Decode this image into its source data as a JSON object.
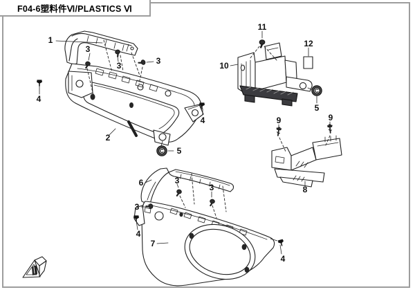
{
  "window": {
    "title": "F04-6塑料件Ⅵ/PLASTICS Ⅵ"
  },
  "colors": {
    "background": "#ffffff",
    "line": "#1f1f1f",
    "border": "#9d9d9d",
    "dark_fill": "#262626",
    "base_plate_fill": "#3b3b3f"
  },
  "icons": {
    "screw": "screw-icon",
    "push_rivet": "push-rivet-icon",
    "grommet": "grommet-icon",
    "trim_clip": "trim-clip-icon",
    "adhesive_pad": "adhesive-pad-outline-icon",
    "front_direction": "front-direction-wedge-icon"
  },
  "callouts": [
    {
      "part": "1"
    },
    {
      "part": "3"
    },
    {
      "part": "3"
    },
    {
      "part": "3"
    },
    {
      "part": "4"
    },
    {
      "part": "4"
    },
    {
      "part": "2"
    },
    {
      "part": "5"
    },
    {
      "part": "11"
    },
    {
      "part": "12"
    },
    {
      "part": "10"
    },
    {
      "part": "5"
    },
    {
      "part": "9"
    },
    {
      "part": "9"
    },
    {
      "part": "8"
    },
    {
      "part": "6"
    },
    {
      "part": "3"
    },
    {
      "part": "3"
    },
    {
      "part": "3"
    },
    {
      "part": "4"
    },
    {
      "part": "7"
    },
    {
      "part": "4"
    }
  ]
}
